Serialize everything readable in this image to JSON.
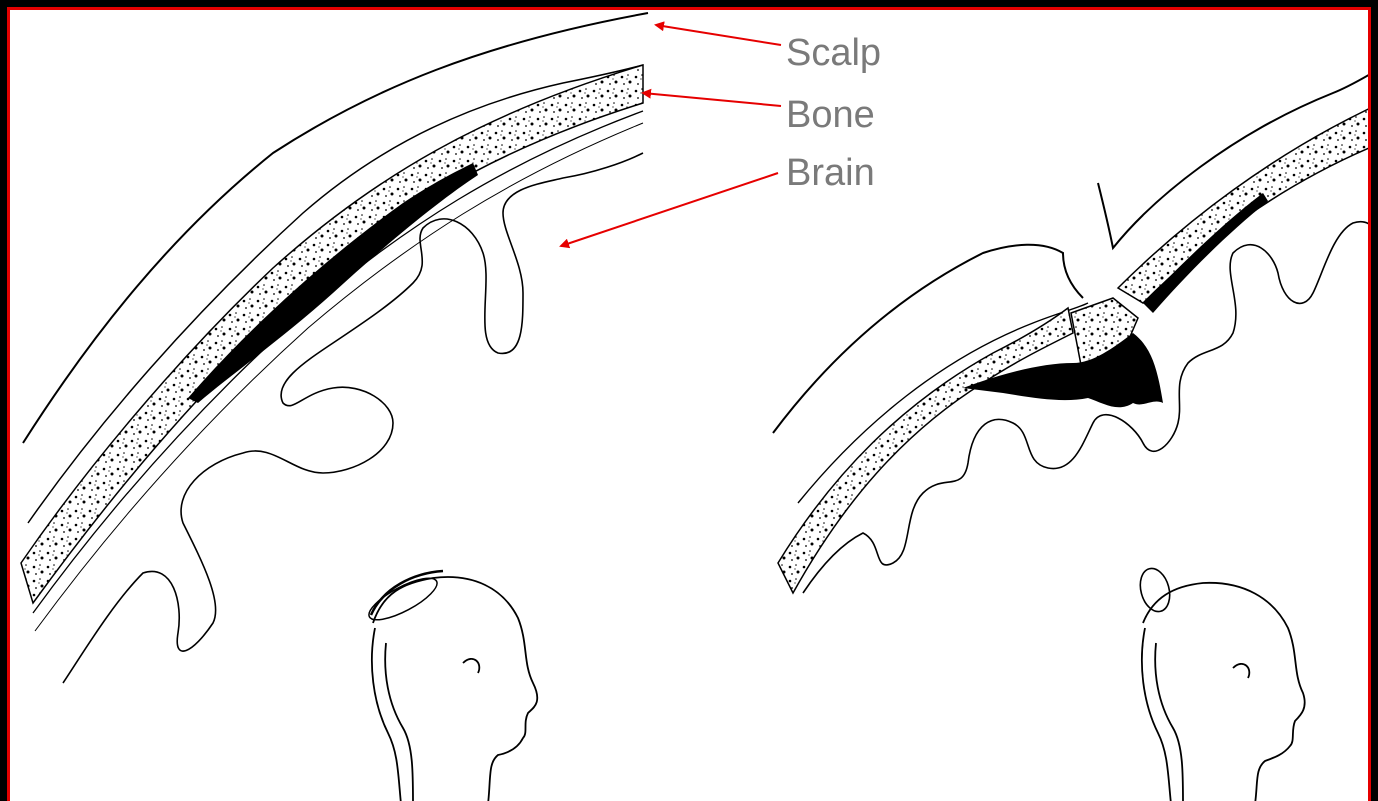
{
  "labels": {
    "scalp": "Scalp",
    "bone": "Bone",
    "brain": "Brain"
  },
  "colors": {
    "frame": "#000000",
    "border": "#e60000",
    "arrow": "#e60000",
    "label": "#7a7a7a",
    "ink": "#000000"
  }
}
